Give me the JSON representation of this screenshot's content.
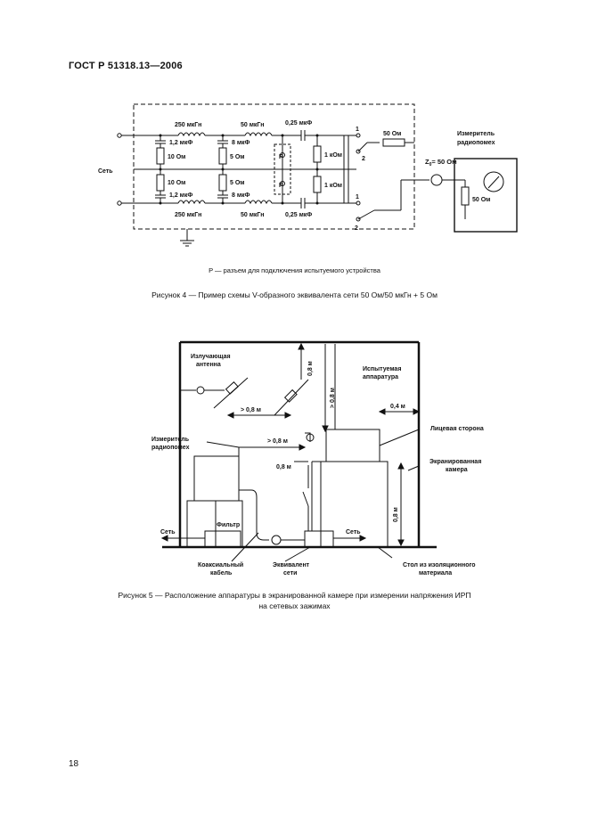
{
  "header": {
    "standard": "ГОСТ Р 51318.13—2006"
  },
  "figure4": {
    "labels": {
      "mains": "Сеть",
      "l_top": "250 мкГн",
      "l_top2": "50 мкГн",
      "l_bot": "250 мкГн",
      "l_bot2": "50 мкГн",
      "c_top1": "1,2 мкФ",
      "c_top2": "8 мкФ",
      "c_top3": "0,25 мкФ",
      "c_bot1": "1,2 мкФ",
      "c_bot2": "8 мкФ",
      "c_bot3": "0,25 мкФ",
      "r_10a": "10 Ом",
      "r_10b": "10 Ом",
      "r_5a": "5 Ом",
      "r_5b": "5 Ом",
      "r_1k_a": "1 кОм",
      "r_1k_b": "1 кОм",
      "r_50": "50 Ом",
      "p_a": "P",
      "p_b": "P",
      "sw1_1": "1",
      "sw1_2": "2",
      "sw2_1": "1",
      "sw2_2": "2",
      "z0_sym": "Z",
      "z0_sub": "0",
      "z0_val": "= 50 Ом",
      "meter_l1": "Измеритель",
      "meter_l2": "радиопомех",
      "r_meter": "50 Ом"
    },
    "note": "P — разъем для подключения испытуемого устройства",
    "caption": "Рисунок 4 — Пример схемы V-образного эквивалента сети 50 Ом/50 мкГн + 5 Ом"
  },
  "figure5": {
    "labels": {
      "antenna_l1": "Излучающая",
      "antenna_l2": "антенна",
      "d_08_antennas": "> 0,8 м",
      "d_08_meter": "> 0,8 м",
      "d_08_vert": "> 0,8 м",
      "d_08_top": "0,8 м",
      "d_08_small": "0,8 м",
      "d_08_table": "0,8 м",
      "d_04": "0,4 м",
      "eut_l1": "Испытуемая",
      "eut_l2": "аппаратура",
      "front": "Лицевая сторона",
      "room_l1": "Экранированная",
      "room_l2": "камера",
      "meter_l1": "Измеритель",
      "meter_l2": "радиопомех",
      "filter": "Фильтр",
      "mains_left": "Сеть",
      "mains_right": "Сеть",
      "coax_l1": "Коаксиальный",
      "coax_l2": "кабель",
      "lisn_l1": "Эквивалент",
      "lisn_l2": "сети",
      "table_l1": "Стол из изоляционного",
      "table_l2": "материала"
    },
    "caption_l1": "Рисунок 5 — Расположение аппаратуры в экранированной камере при измерении напряжения ИРП",
    "caption_l2": "на сетевых зажимах"
  },
  "page_number": "18"
}
